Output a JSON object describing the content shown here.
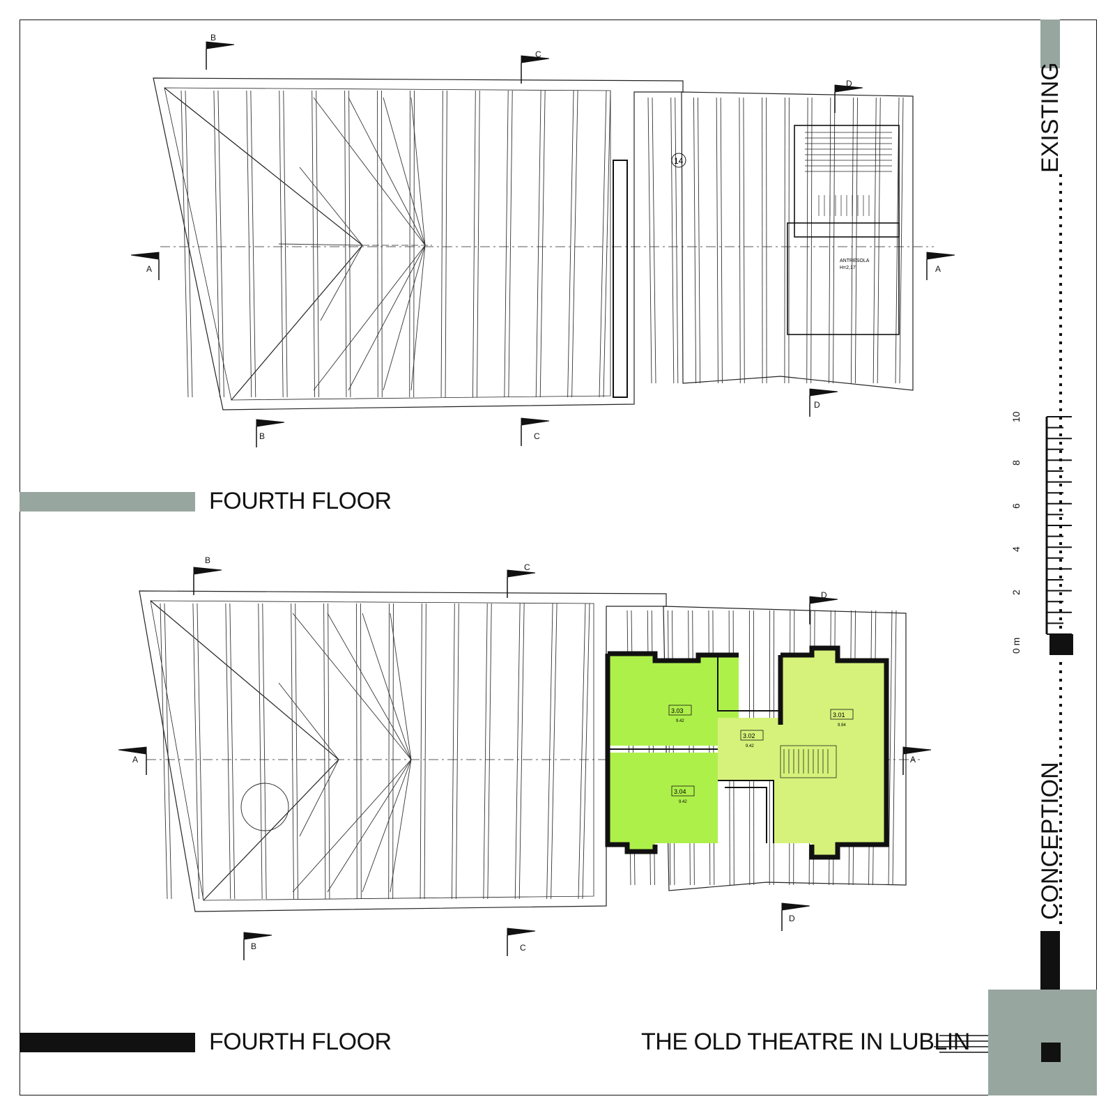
{
  "titles": {
    "top_plan": "FOURTH FLOOR",
    "bottom_plan": "FOURTH FLOOR",
    "project": "THE OLD THEATRE IN LUBLIN"
  },
  "side_labels": {
    "existing": "EXISTING",
    "conception": "CONCEPTION"
  },
  "scale": {
    "ticks": [
      "0 m",
      "2",
      "4",
      "6",
      "8",
      "10"
    ]
  },
  "sections": [
    "A",
    "B",
    "C",
    "D"
  ],
  "rooms_top": {
    "room_number": "14",
    "antresola": "ANTRESOLA",
    "antresola_h": "H=2,17"
  },
  "rooms_bottom": [
    {
      "id": "3.03",
      "level": "9.42"
    },
    {
      "id": "3.02",
      "level": "9.42"
    },
    {
      "id": "3.04",
      "level": "9.42"
    },
    {
      "id": "3.01",
      "level": "9.94"
    }
  ],
  "colors": {
    "grey_accent": "#98a6a0",
    "black_accent": "#111111",
    "room_green": "#aef04a",
    "room_light_green": "#d6f27a",
    "wall": "#111111"
  }
}
